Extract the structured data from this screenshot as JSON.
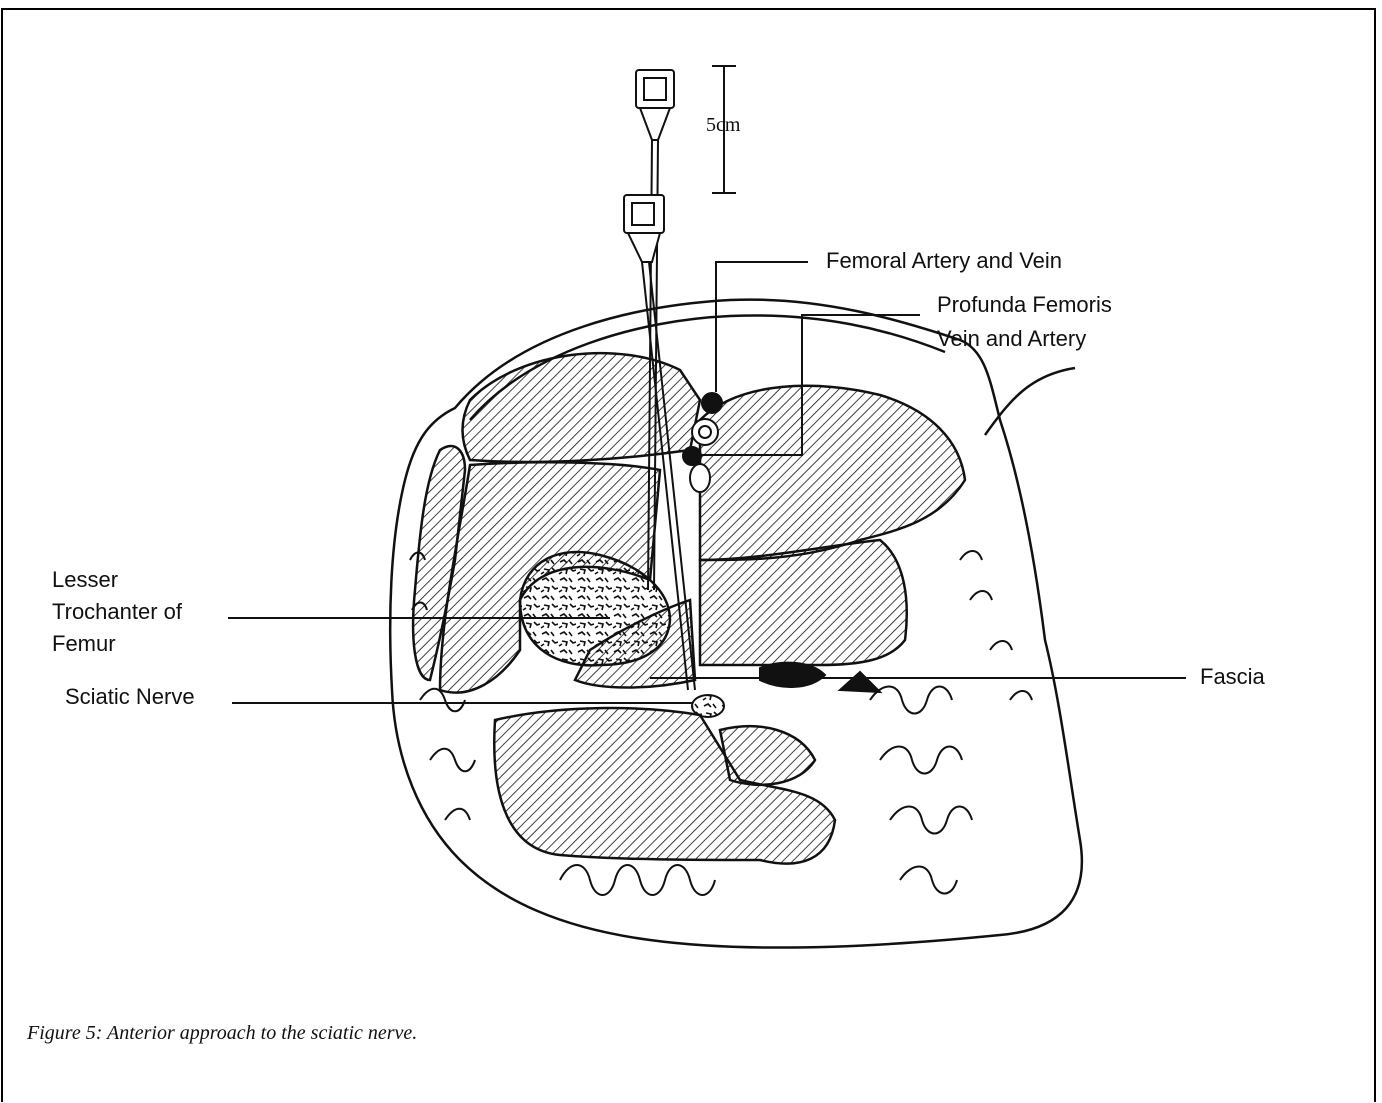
{
  "scale": {
    "label": "5cm"
  },
  "labels": {
    "femoral": "Femoral Artery and Vein",
    "profunda_1": "Profunda Femoris",
    "profunda_2": "Vein and Artery",
    "lesser_1": "Lesser",
    "lesser_2": "Trochanter of",
    "lesser_3": "Femur",
    "sciatic": "Sciatic Nerve",
    "fascia": "Fascia"
  },
  "caption": "Figure 5: Anterior approach to the sciatic nerve."
}
